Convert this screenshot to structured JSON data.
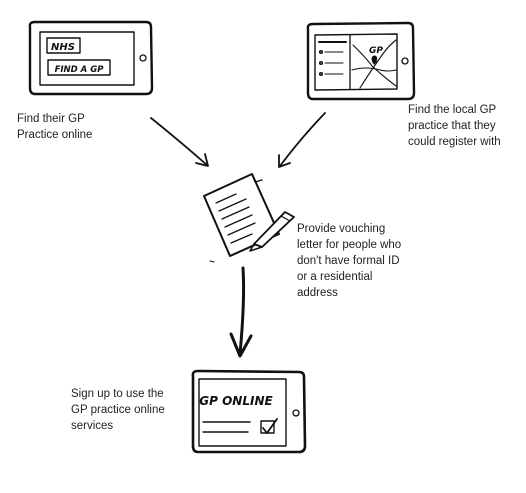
{
  "captions": {
    "find_gp_online": "Find their GP\nPractice online",
    "find_local_gp": "Find the local GP\npractice that they\ncould register with",
    "vouching_letter": "Provide vouching\nletter for people who\ndon't have formal ID\nor a residential\naddress",
    "sign_up": "Sign up to use the\nGP practice online\nservices"
  },
  "tablet_labels": {
    "nhs": "NHS",
    "find_a_gp": "FIND A GP",
    "map_gp": "GP",
    "gp_online": "GP ONLINE"
  },
  "colors": {
    "ink": "#111111",
    "caption_text": "#222222",
    "background": "#ffffff"
  }
}
